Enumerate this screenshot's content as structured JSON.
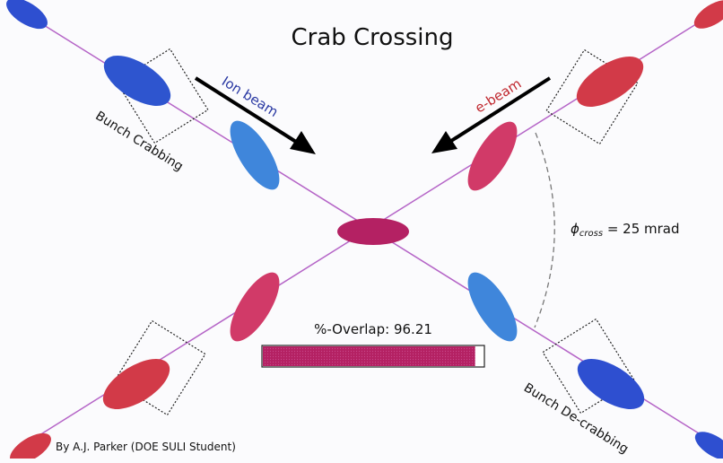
{
  "title": "Crab Crossing",
  "labels": {
    "ion_beam": "Ion beam",
    "e_beam": "e-beam",
    "bunch_crabbing": "Bunch Crabbing",
    "bunch_decrabbing": "Bunch De-crabbing",
    "phi_symbol": "ϕ",
    "phi_subscript": "cross",
    "phi_value": " = 25 mrad",
    "overlap": "%-Overlap: 96.21",
    "credit": "By A.J. Parker (DOE SULI Student)"
  },
  "overlap_percent": 96.21,
  "colors": {
    "ion_beam_blue": "#2e64d0",
    "ion_beam_light_blue": "#3f86db",
    "e_beam_red": "#d23a48",
    "e_beam_pink": "#d13a68",
    "collision_magenta": "#b42163",
    "beam_line": "#b565c7",
    "ion_label": "#2a39a3",
    "e_label": "#c0282f",
    "bar_fill": "#b42163"
  }
}
